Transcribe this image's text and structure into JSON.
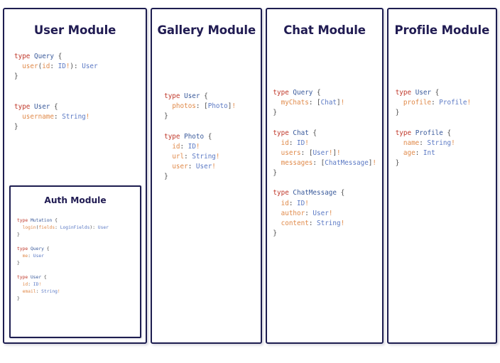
{
  "page": {
    "background_color": "#ffffff",
    "card_border_color": "#1d1d50",
    "title_color": "#201b52",
    "token_colors": {
      "keyword": "#c0392b",
      "type_name": "#3a5a9b",
      "field_name": "#e08a4a",
      "type_ref": "#5b79c4",
      "punctuation": "#4a4a4a"
    }
  },
  "modules": [
    {
      "id": "user",
      "title": "User Module",
      "code": "type Query {\n  user(id: ID!): User\n}\n\n\ntype User {\n  username: String!\n}",
      "nested": {
        "id": "auth",
        "title": "Auth Module",
        "code": "type Mutation {\n  login(fields: LoginFields): User\n}\n\ntype Query {\n  me: User\n}\n\ntype User {\n  id: ID!\n  email: String!\n}"
      }
    },
    {
      "id": "gallery",
      "title": "Gallery Module",
      "code": "type User {\n  photos: [Photo]!\n}\n\ntype Photo {\n  id: ID!\n  url: String!\n  user: User!\n}"
    },
    {
      "id": "chat",
      "title": "Chat Module",
      "code": "type Query {\n  myChats: [Chat]!\n}\n\ntype Chat {\n  id: ID!\n  users: [User!]!\n  messages: [ChatMessage]!\n}\n\ntype ChatMessage {\n  id: ID!\n  author: User!\n  content: String!\n}"
    },
    {
      "id": "profile",
      "title": "Profile Module",
      "code": "type User {\n  profile: Profile!\n}\n\ntype Profile {\n  name: String!\n  age: Int\n}"
    }
  ]
}
